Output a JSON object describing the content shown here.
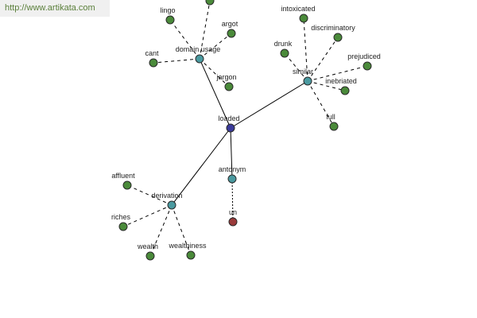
{
  "watermark": "http://www.artikata.com",
  "colors": {
    "center": "#3a3a9a",
    "relation": "#4a9aa0",
    "word": "#4a8a3a",
    "antonym_word": "#9a3a3a"
  },
  "graph": {
    "nodes": [
      {
        "id": "loaded",
        "label": "loaded",
        "kind": "center"
      },
      {
        "id": "domain_usage",
        "label": "domain usage",
        "kind": "relation"
      },
      {
        "id": "similar",
        "label": "similar",
        "kind": "relation"
      },
      {
        "id": "antonym",
        "label": "antonym",
        "kind": "relation"
      },
      {
        "id": "derivation",
        "label": "derivation",
        "kind": "relation"
      },
      {
        "id": "lingo",
        "label": "lingo",
        "kind": "word"
      },
      {
        "id": "argot",
        "label": "argot",
        "kind": "word"
      },
      {
        "id": "cant",
        "label": "cant",
        "kind": "word"
      },
      {
        "id": "jargon",
        "label": "jargon",
        "kind": "word"
      },
      {
        "id": "top_offscreen",
        "label": "",
        "kind": "word"
      },
      {
        "id": "intoxicated",
        "label": "intoxicated",
        "kind": "word"
      },
      {
        "id": "discriminatory",
        "label": "discriminatory",
        "kind": "word"
      },
      {
        "id": "drunk",
        "label": "drunk",
        "kind": "word"
      },
      {
        "id": "prejudiced",
        "label": "prejudiced",
        "kind": "word"
      },
      {
        "id": "inebriated",
        "label": "inebriated",
        "kind": "word"
      },
      {
        "id": "full",
        "label": "full",
        "kind": "word"
      },
      {
        "id": "affluent",
        "label": "affluent",
        "kind": "word"
      },
      {
        "id": "riches",
        "label": "riches",
        "kind": "word"
      },
      {
        "id": "wealth",
        "label": "wealth",
        "kind": "word"
      },
      {
        "id": "wealthiness",
        "label": "wealthiness",
        "kind": "word"
      },
      {
        "id": "un",
        "label": "un",
        "kind": "antonym_word"
      }
    ],
    "edges": [
      {
        "from": "loaded",
        "to": "domain_usage",
        "style": "solid"
      },
      {
        "from": "loaded",
        "to": "similar",
        "style": "solid"
      },
      {
        "from": "loaded",
        "to": "antonym",
        "style": "solid"
      },
      {
        "from": "loaded",
        "to": "derivation",
        "style": "solid"
      },
      {
        "from": "domain_usage",
        "to": "lingo",
        "style": "dashed"
      },
      {
        "from": "domain_usage",
        "to": "argot",
        "style": "dashed"
      },
      {
        "from": "domain_usage",
        "to": "cant",
        "style": "dashed"
      },
      {
        "from": "domain_usage",
        "to": "jargon",
        "style": "dashed"
      },
      {
        "from": "domain_usage",
        "to": "top_offscreen",
        "style": "dashed"
      },
      {
        "from": "similar",
        "to": "intoxicated",
        "style": "dashed"
      },
      {
        "from": "similar",
        "to": "discriminatory",
        "style": "dashed"
      },
      {
        "from": "similar",
        "to": "drunk",
        "style": "dashed"
      },
      {
        "from": "similar",
        "to": "prejudiced",
        "style": "dashed"
      },
      {
        "from": "similar",
        "to": "inebriated",
        "style": "dashed"
      },
      {
        "from": "similar",
        "to": "full",
        "style": "dashed"
      },
      {
        "from": "antonym",
        "to": "un",
        "style": "dotted"
      },
      {
        "from": "derivation",
        "to": "affluent",
        "style": "dashed"
      },
      {
        "from": "derivation",
        "to": "riches",
        "style": "dashed"
      },
      {
        "from": "derivation",
        "to": "wealth",
        "style": "dashed"
      },
      {
        "from": "derivation",
        "to": "wealthiness",
        "style": "dashed"
      }
    ]
  }
}
